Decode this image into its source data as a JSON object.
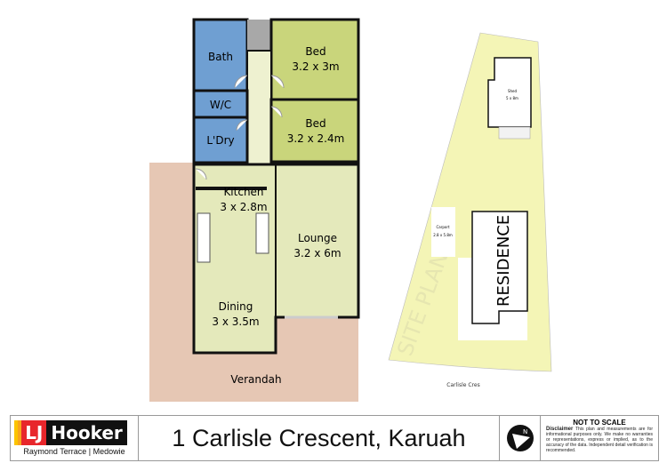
{
  "floor_plan": {
    "rooms": [
      {
        "name": "Bath",
        "size": ""
      },
      {
        "name": "Bed",
        "size": "3.2 x 3m"
      },
      {
        "name": "W/C",
        "size": ""
      },
      {
        "name": "Bed",
        "size": "3.2 x 2.4m"
      },
      {
        "name": "L'Dry",
        "size": ""
      },
      {
        "name": "Kitchen",
        "size": "3 x 2.8m"
      },
      {
        "name": "Lounge",
        "size": "3.2 x 6m"
      },
      {
        "name": "Dining",
        "size": "3 x 3.5m"
      },
      {
        "name": "Verandah",
        "size": ""
      }
    ],
    "colors": {
      "wet": "#6f9fd2",
      "bed": "#c9d57b",
      "living": "#e4e9bb",
      "verandah": "#e6c7b4",
      "hall": "#eef1d0"
    }
  },
  "site_plan": {
    "shed": {
      "name": "Shed",
      "size": "5 x 8m"
    },
    "carport": {
      "name": "Carport",
      "size": "2.8 x 5.8m"
    },
    "residence": "RESIDENCE",
    "watermark": "SITE PLAN",
    "street": "Carlisle Cres",
    "color": "#f4f5b6"
  },
  "footer": {
    "brand_lj": "LJ",
    "brand_name": "Hooker",
    "office": "Raymond Terrace | Medowie",
    "address": "1 Carlisle Crescent, Karuah",
    "compass_label": "N",
    "not_to_scale": "NOT TO SCALE",
    "disclaimer_title": "Disclaimer",
    "disclaimer": "This plan and measurements are for informational purposes only. We make no warranties or representations, express or implied, as to the accuracy of the data. Independent detail verification is recommended."
  }
}
